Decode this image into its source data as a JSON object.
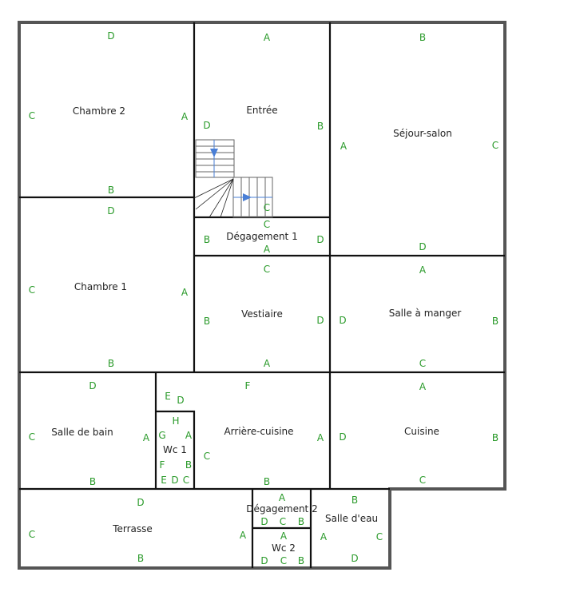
{
  "plan": {
    "rooms": [
      {
        "name": "Chambre 2",
        "labels": [
          "D",
          "A",
          "B",
          "C"
        ]
      },
      {
        "name": "Entrée",
        "labels": [
          "A",
          "B",
          "D",
          "C"
        ]
      },
      {
        "name": "Séjour-salon",
        "labels": [
          "B",
          "C",
          "A",
          "D"
        ]
      },
      {
        "name": "Dégagement 1",
        "labels": [
          "C",
          "B",
          "D",
          "A"
        ]
      },
      {
        "name": "Chambre 1",
        "labels": [
          "D",
          "A",
          "B",
          "C"
        ]
      },
      {
        "name": "Vestiaire",
        "labels": [
          "C",
          "B",
          "D",
          "A"
        ]
      },
      {
        "name": "Salle à manger",
        "labels": [
          "A",
          "B",
          "D",
          "C"
        ]
      },
      {
        "name": "Salle de bain",
        "labels": [
          "D",
          "A",
          "B",
          "C"
        ]
      },
      {
        "name": "Arrière-cuisine",
        "labels": [
          "E",
          "D",
          "F",
          "C",
          "A",
          "B"
        ]
      },
      {
        "name": "Wc 1",
        "labels": [
          "H",
          "G",
          "A",
          "F",
          "B",
          "C",
          "E",
          "D"
        ]
      },
      {
        "name": "Cuisine",
        "labels": [
          "A",
          "D",
          "B",
          "C"
        ]
      },
      {
        "name": "Terrasse",
        "labels": [
          "D",
          "A",
          "B",
          "C"
        ]
      },
      {
        "name": "Dégagement 2",
        "labels": [
          "A",
          "D",
          "C",
          "B"
        ]
      },
      {
        "name": "Wc 2",
        "labels": [
          "A",
          "D",
          "C",
          "B"
        ]
      },
      {
        "name": "Salle d'eau",
        "labels": [
          "B",
          "A",
          "C",
          "D"
        ]
      }
    ],
    "colors": {
      "label": "#2a9a2a",
      "stair_arrow": "#4a7fd6",
      "wall": "#111111"
    }
  }
}
